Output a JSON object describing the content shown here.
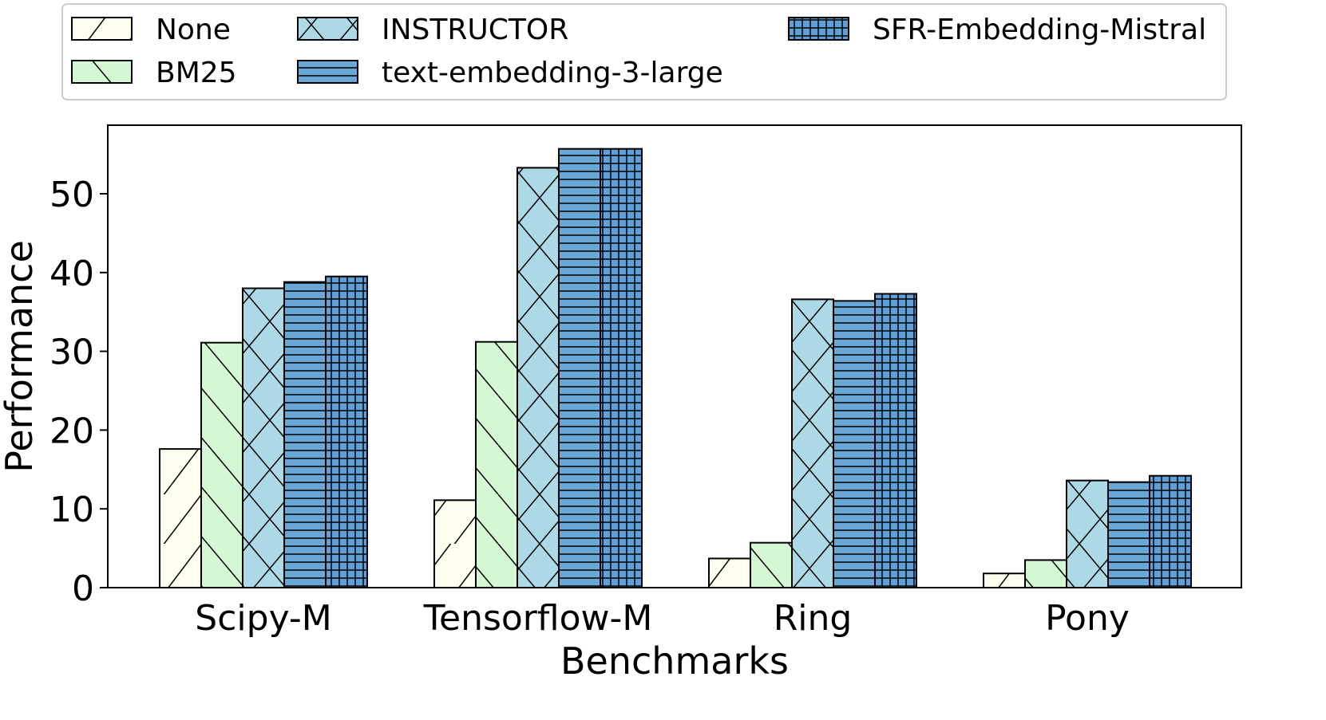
{
  "chart_data": {
    "type": "bar",
    "title": "",
    "xlabel": "Benchmarks",
    "ylabel": "Performance",
    "ylim": [
      0,
      58
    ],
    "yticks": [
      0,
      10,
      20,
      30,
      40,
      50
    ],
    "categories": [
      "Scipy-M",
      "Tensorflow-M",
      "Ring",
      "Pony"
    ],
    "legend_position": "top",
    "series": [
      {
        "name": "None",
        "color": "#fffff0",
        "hatch": "/",
        "values": [
          17.6,
          11.1,
          3.7,
          1.8
        ]
      },
      {
        "name": "BM25",
        "color": "#d4f7d4",
        "hatch": "\\",
        "values": [
          31.1,
          31.2,
          5.7,
          3.5
        ]
      },
      {
        "name": "INSTRUCTOR",
        "color": "#add8e6",
        "hatch": "x",
        "values": [
          38.0,
          53.3,
          36.6,
          13.6
        ]
      },
      {
        "name": "text-embedding-3-large",
        "color": "#6aa6d6",
        "hatch": "-",
        "values": [
          38.8,
          55.7,
          36.4,
          13.4
        ]
      },
      {
        "name": "SFR-Embedding-Mistral",
        "color": "#5f9fd6",
        "hatch": "+",
        "values": [
          39.5,
          55.7,
          37.3,
          14.2
        ]
      }
    ]
  }
}
